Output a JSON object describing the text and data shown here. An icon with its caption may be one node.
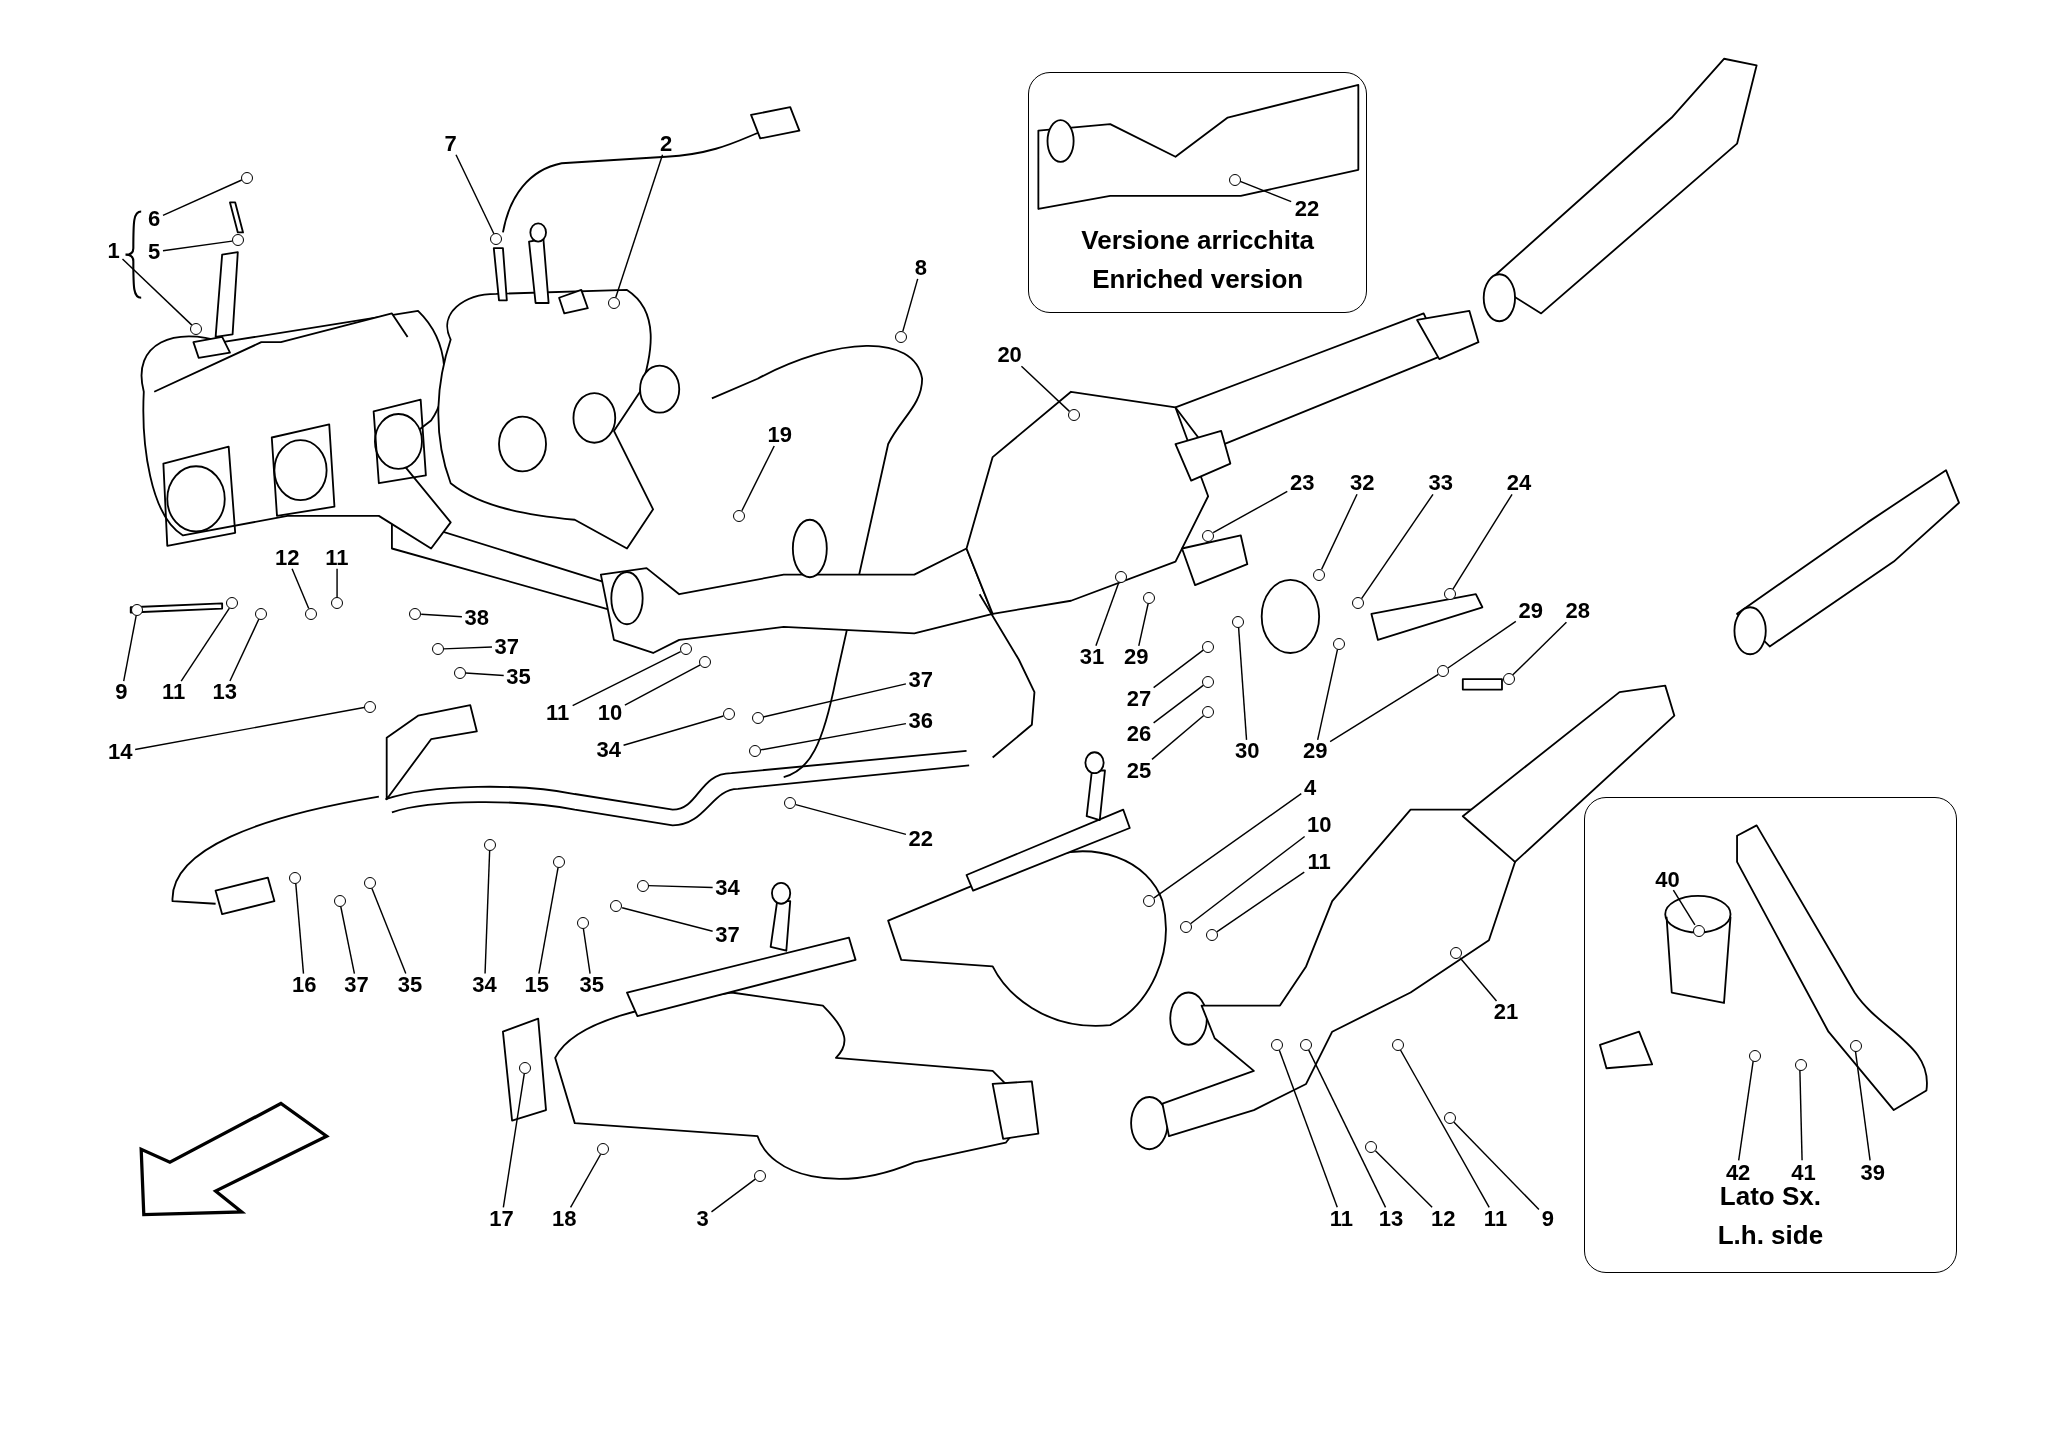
{
  "diagram": {
    "nodes": [
      {
        "text": [
          "Versione arricchita",
          "Enriched version"
        ]
      },
      {
        "text": [
          "22"
        ],
        "in": 0
      },
      {
        "text": [
          "Lato Sx.",
          "L.h. side"
        ]
      },
      {
        "text": [
          "40"
        ],
        "in": 2
      },
      {
        "text": [
          "42"
        ],
        "in": 2
      },
      {
        "text": [
          "41"
        ],
        "in": 2
      },
      {
        "text": [
          "39"
        ],
        "in": 2
      },
      {
        "text": [
          "7"
        ]
      },
      {
        "text": [
          "2"
        ]
      },
      {
        "text": [
          "6"
        ]
      },
      {
        "text": [
          "1"
        ]
      },
      {
        "text": [
          "5"
        ]
      },
      {
        "text": [
          "8"
        ]
      },
      {
        "text": [
          "20"
        ]
      },
      {
        "text": [
          "19"
        ]
      },
      {
        "text": [
          "23"
        ]
      },
      {
        "text": [
          "32"
        ]
      },
      {
        "text": [
          "33"
        ]
      },
      {
        "text": [
          "24"
        ]
      },
      {
        "text": [
          "12"
        ]
      },
      {
        "text": [
          "11"
        ]
      },
      {
        "text": [
          "29"
        ]
      },
      {
        "text": [
          "28"
        ]
      },
      {
        "text": [
          "38"
        ]
      },
      {
        "text": [
          "37"
        ]
      },
      {
        "text": [
          "31"
        ]
      },
      {
        "text": [
          "29"
        ]
      },
      {
        "text": [
          "35"
        ]
      },
      {
        "text": [
          "37"
        ]
      },
      {
        "text": [
          "9"
        ]
      },
      {
        "text": [
          "11"
        ]
      },
      {
        "text": [
          "13"
        ]
      },
      {
        "text": [
          "27"
        ]
      },
      {
        "text": [
          "11"
        ]
      },
      {
        "text": [
          "10"
        ]
      },
      {
        "text": [
          "36"
        ]
      },
      {
        "text": [
          "26"
        ]
      },
      {
        "text": [
          "34"
        ]
      },
      {
        "text": [
          "30"
        ]
      },
      {
        "text": [
          "29"
        ]
      },
      {
        "text": [
          "14"
        ]
      },
      {
        "text": [
          "25"
        ]
      },
      {
        "text": [
          "4"
        ]
      },
      {
        "text": [
          "10"
        ]
      },
      {
        "text": [
          "22"
        ]
      },
      {
        "text": [
          "11"
        ]
      },
      {
        "text": [
          "34"
        ]
      },
      {
        "text": [
          "37"
        ]
      },
      {
        "text": [
          "16"
        ]
      },
      {
        "text": [
          "37"
        ]
      },
      {
        "text": [
          "35"
        ]
      },
      {
        "text": [
          "34"
        ]
      },
      {
        "text": [
          "15"
        ]
      },
      {
        "text": [
          "35"
        ]
      },
      {
        "text": [
          "21"
        ]
      },
      {
        "text": [
          "17"
        ]
      },
      {
        "text": [
          "18"
        ]
      },
      {
        "text": [
          "3"
        ]
      },
      {
        "text": [
          "11"
        ]
      },
      {
        "text": [
          "13"
        ]
      },
      {
        "text": [
          "12"
        ]
      },
      {
        "text": [
          "11"
        ]
      },
      {
        "text": [
          "9"
        ]
      },
      {
        "text": [],
        "shape": "circle",
        "in": 0
      },
      {
        "text": [],
        "shape": "circle",
        "in": 2
      },
      {
        "text": [],
        "shape": "circle",
        "in": 2
      },
      {
        "text": [],
        "shape": "circle",
        "in": 2
      },
      {
        "text": [],
        "shape": "circle",
        "in": 2
      },
      {
        "text": [],
        "shape": "circle"
      },
      {
        "text": [],
        "shape": "circle"
      },
      {
        "text": [],
        "shape": "circle"
      },
      {
        "text": [],
        "shape": "circle"
      },
      {
        "text": [],
        "shape": "circle"
      },
      {
        "text": [],
        "shape": "circle"
      },
      {
        "text": [],
        "shape": "circle"
      },
      {
        "text": [],
        "shape": "circle"
      },
      {
        "text": [],
        "shape": "circle"
      },
      {
        "text": [],
        "shape": "circle"
      },
      {
        "text": [],
        "shape": "circle"
      },
      {
        "text": [],
        "shape": "circle"
      },
      {
        "text": [],
        "shape": "circle"
      },
      {
        "text": [],
        "shape": "circle"
      },
      {
        "text": [],
        "shape": "circle"
      },
      {
        "text": [],
        "shape": "circle"
      },
      {
        "text": [],
        "shape": "circle"
      },
      {
        "text": [],
        "shape": "circle"
      },
      {
        "text": [],
        "shape": "circle"
      },
      {
        "text": [],
        "shape": "circle"
      },
      {
        "text": [],
        "shape": "circle"
      },
      {
        "text": [],
        "shape": "circle"
      },
      {
        "text": [],
        "shape": "circle"
      },
      {
        "text": [],
        "shape": "circle"
      },
      {
        "text": [],
        "shape": "circle"
      },
      {
        "text": [],
        "shape": "circle"
      },
      {
        "text": [],
        "shape": "circle"
      },
      {
        "text": [],
        "shape": "circle"
      },
      {
        "text": [],
        "shape": "circle"
      },
      {
        "text": [],
        "shape": "circle"
      },
      {
        "text": [],
        "shape": "circle"
      },
      {
        "text": [],
        "shape": "circle"
      },
      {
        "text": [],
        "shape": "circle"
      },
      {
        "text": [],
        "shape": "circle"
      },
      {
        "text": [],
        "shape": "circle"
      },
      {
        "text": [],
        "shape": "circle"
      },
      {
        "text": [],
        "shape": "circle"
      },
      {
        "text": [],
        "shape": "circle"
      },
      {
        "text": [],
        "shape": "circle"
      },
      {
        "text": [],
        "shape": "circle"
      },
      {
        "text": [],
        "shape": "circle"
      },
      {
        "text": [],
        "shape": "circle"
      },
      {
        "text": [],
        "shape": "circle"
      },
      {
        "text": [],
        "shape": "circle"
      },
      {
        "text": [],
        "shape": "circle"
      },
      {
        "text": [],
        "shape": "circle"
      },
      {
        "text": [],
        "shape": "circle"
      },
      {
        "text": [],
        "shape": "circle"
      },
      {
        "text": [],
        "shape": "circle"
      },
      {
        "text": [],
        "shape": "circle"
      },
      {
        "text": [],
        "shape": "circle"
      },
      {
        "text": [],
        "shape": "circle"
      },
      {
        "text": [],
        "shape": "circle"
      },
      {
        "text": [],
        "shape": "circle"
      },
      {
        "text": [],
        "shape": "circle"
      },
      {
        "text": [],
        "shape": "circle"
      }
    ],
    "edges": [
      {
        "from": 1,
        "to": 63,
        "arrow": "none"
      },
      {
        "from": 3,
        "to": 64,
        "arrow": "none"
      },
      {
        "from": 4,
        "to": 65,
        "arrow": "none"
      },
      {
        "from": 5,
        "to": 66,
        "arrow": "none"
      },
      {
        "from": 6,
        "to": 67,
        "arrow": "none"
      },
      {
        "from": 7,
        "to": 68,
        "arrow": "none"
      },
      {
        "from": 8,
        "to": 69,
        "arrow": "none"
      },
      {
        "from": 9,
        "to": 70,
        "arrow": "none"
      },
      {
        "from": 10,
        "to": 71,
        "arrow": "none"
      },
      {
        "from": 11,
        "to": 72,
        "arrow": "none"
      },
      {
        "from": 12,
        "to": 73,
        "arrow": "none"
      },
      {
        "from": 13,
        "to": 74,
        "arrow": "none"
      },
      {
        "from": 14,
        "to": 75,
        "arrow": "none"
      },
      {
        "from": 15,
        "to": 76,
        "arrow": "none"
      },
      {
        "from": 16,
        "to": 77,
        "arrow": "none"
      },
      {
        "from": 17,
        "to": 78,
        "arrow": "none"
      },
      {
        "from": 18,
        "to": 79,
        "arrow": "none"
      },
      {
        "from": 19,
        "to": 80,
        "arrow": "none"
      },
      {
        "from": 20,
        "to": 81,
        "arrow": "none"
      },
      {
        "from": 21,
        "to": 82,
        "arrow": "none"
      },
      {
        "from": 22,
        "to": 83,
        "arrow": "none"
      },
      {
        "from": 23,
        "to": 84,
        "arrow": "none"
      },
      {
        "from": 24,
        "to": 85,
        "arrow": "none"
      },
      {
        "from": 25,
        "to": 86,
        "arrow": "none"
      },
      {
        "from": 26,
        "to": 87,
        "arrow": "none"
      },
      {
        "from": 27,
        "to": 88,
        "arrow": "none"
      },
      {
        "from": 28,
        "to": 89,
        "arrow": "none"
      },
      {
        "from": 29,
        "to": 90,
        "arrow": "none"
      },
      {
        "from": 30,
        "to": 91,
        "arrow": "none"
      },
      {
        "from": 31,
        "to": 92,
        "arrow": "none"
      },
      {
        "from": 32,
        "to": 93,
        "arrow": "none"
      },
      {
        "from": 33,
        "to": 94,
        "arrow": "none"
      },
      {
        "from": 34,
        "to": 95,
        "arrow": "none"
      },
      {
        "from": 35,
        "to": 96,
        "arrow": "none"
      },
      {
        "from": 36,
        "to": 97,
        "arrow": "none"
      },
      {
        "from": 37,
        "to": 98,
        "arrow": "none"
      },
      {
        "from": 38,
        "to": 99,
        "arrow": "none"
      },
      {
        "from": 39,
        "to": 100,
        "arrow": "none"
      },
      {
        "from": 39,
        "to": 82,
        "arrow": "none"
      },
      {
        "from": 40,
        "to": 101,
        "arrow": "none"
      },
      {
        "from": 41,
        "to": 102,
        "arrow": "none"
      },
      {
        "from": 42,
        "to": 103,
        "arrow": "none"
      },
      {
        "from": 43,
        "to": 104,
        "arrow": "none"
      },
      {
        "from": 44,
        "to": 105,
        "arrow": "none"
      },
      {
        "from": 45,
        "to": 106,
        "arrow": "none"
      },
      {
        "from": 46,
        "to": 107,
        "arrow": "none"
      },
      {
        "from": 47,
        "to": 108,
        "arrow": "none"
      },
      {
        "from": 48,
        "to": 109,
        "arrow": "none"
      },
      {
        "from": 49,
        "to": 110,
        "arrow": "none"
      },
      {
        "from": 50,
        "to": 111,
        "arrow": "none"
      },
      {
        "from": 51,
        "to": 112,
        "arrow": "none"
      },
      {
        "from": 52,
        "to": 113,
        "arrow": "none"
      },
      {
        "from": 53,
        "to": 114,
        "arrow": "none"
      },
      {
        "from": 54,
        "to": 115,
        "arrow": "none"
      },
      {
        "from": 55,
        "to": 116,
        "arrow": "none"
      },
      {
        "from": 56,
        "to": 117,
        "arrow": "none"
      },
      {
        "from": 57,
        "to": 118,
        "arrow": "none"
      },
      {
        "from": 58,
        "to": 119,
        "arrow": "none"
      },
      {
        "from": 59,
        "to": 120,
        "arrow": "none"
      },
      {
        "from": 60,
        "to": 121,
        "arrow": "none"
      },
      {
        "from": 61,
        "to": 122,
        "arrow": "none"
      },
      {
        "from": 62,
        "to": 123,
        "arrow": "none"
      }
    ]
  }
}
